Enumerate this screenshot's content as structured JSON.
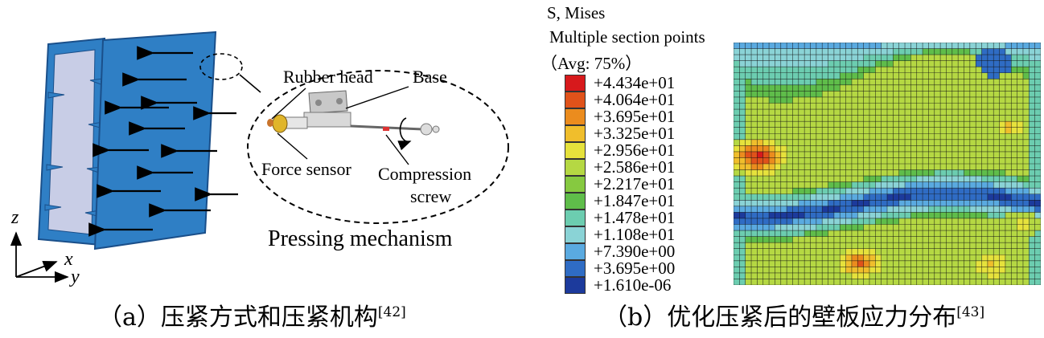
{
  "figure_a": {
    "labels": {
      "rubber_head": "Rubber head",
      "base": "Base",
      "force_sensor": "Force sensor",
      "compression_screw_line1": "Compression",
      "compression_screw_line2": "screw",
      "pressing_mechanism": "Pressing mechanism"
    },
    "axes": {
      "z": "z",
      "x": "x",
      "y": "y"
    },
    "caption": {
      "text": "（a）压紧方式和压紧机构",
      "ref": "[42]"
    },
    "colors": {
      "panel": "#2f7fc5",
      "panel_edge": "#1a4f8a",
      "inner": "#c8cde6"
    }
  },
  "figure_b": {
    "header": {
      "line1": "S, Mises",
      "line2": "Multiple section points",
      "line3": "（Avg: 75%）"
    },
    "legend": [
      {
        "value": "+4.434e+01",
        "color": "#d7191c"
      },
      {
        "value": "+4.064e+01",
        "color": "#e0521a"
      },
      {
        "value": "+3.695e+01",
        "color": "#eb8c1e"
      },
      {
        "value": "+3.325e+01",
        "color": "#f0be2c"
      },
      {
        "value": "+2.956e+01",
        "color": "#e6e23c"
      },
      {
        "value": "+2.586e+01",
        "color": "#b5d843"
      },
      {
        "value": "+2.217e+01",
        "color": "#86c940"
      },
      {
        "value": "+1.847e+01",
        "color": "#5fbd4a"
      },
      {
        "value": "+1.478e+01",
        "color": "#6ccdb0"
      },
      {
        "value": "+1.108e+01",
        "color": "#8ad3d6"
      },
      {
        "value": "+7.390e+00",
        "color": "#5aaae0"
      },
      {
        "value": "+3.695e+00",
        "color": "#2f6cc4"
      },
      {
        "value": "+1.610e-06",
        "color": "#1c3a9c"
      }
    ],
    "caption": {
      "text": "（b）优化压紧后的壁板应力分布",
      "ref": "[43]"
    }
  }
}
